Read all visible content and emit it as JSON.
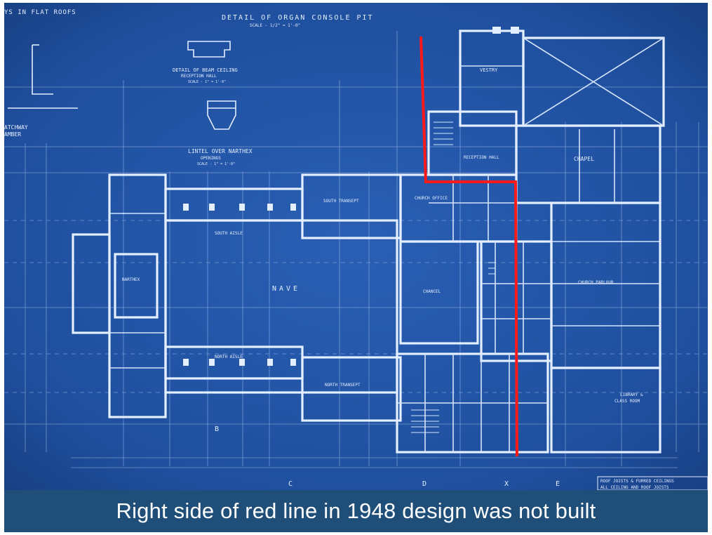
{
  "caption": "Right side of red line in 1948 design was not built",
  "colors": {
    "blueprint_background": "#1f4f9e",
    "linework": "#e3eeff",
    "highlight_line": "#ff1a1a",
    "caption_bar": "#1f4e79",
    "caption_text": "#ffffff"
  },
  "blueprint": {
    "labels": {
      "title_organ": "DETAIL OF ORGAN CONSOLE PIT",
      "title_organ_scale": "SCALE - 1/2\" = 1'-0\"",
      "flat_roofs": "YS IN FLAT ROOFS",
      "beam_detail": "DETAIL OF BEAM CEILING",
      "beam_detail_2": "RECEPTION HALL",
      "beam_detail_scale": "SCALE - 1\" = 1'-0\"",
      "lintel": "LINTEL OVER NARTHEX",
      "lintel_2": "OPENINGS",
      "lintel_scale": "SCALE - 1\" = 1'-0\"",
      "archway": "ATCHWAY",
      "chamber": "AMBER",
      "vestry": "VESTRY",
      "chapel": "CHAPEL",
      "reception_hall": "RECEPTION HALL",
      "south_transept": "SOUTH TRANSEPT",
      "church_office": "CHURCH OFFICE",
      "south_aisle": "SOUTH AISLE",
      "narthex": "NARTHEX",
      "nave": "NAVE",
      "chancel": "CHANCEL",
      "church_parlour": "CHURCH PARLOUR",
      "north_aisle": "NORTH AISLE",
      "north_transept": "NORTH TRANSEPT",
      "library": "LIBRARY &",
      "library_2": "CLASS ROOM",
      "roof_note_1": "ROOF JOISTS & FURRED CEILINGS",
      "roof_note_2": "ALL CEILING AND ROOF JOISTS",
      "section_b": "B",
      "section_c": "C",
      "section_d": "D",
      "section_e": "E",
      "section_x": "X"
    }
  }
}
